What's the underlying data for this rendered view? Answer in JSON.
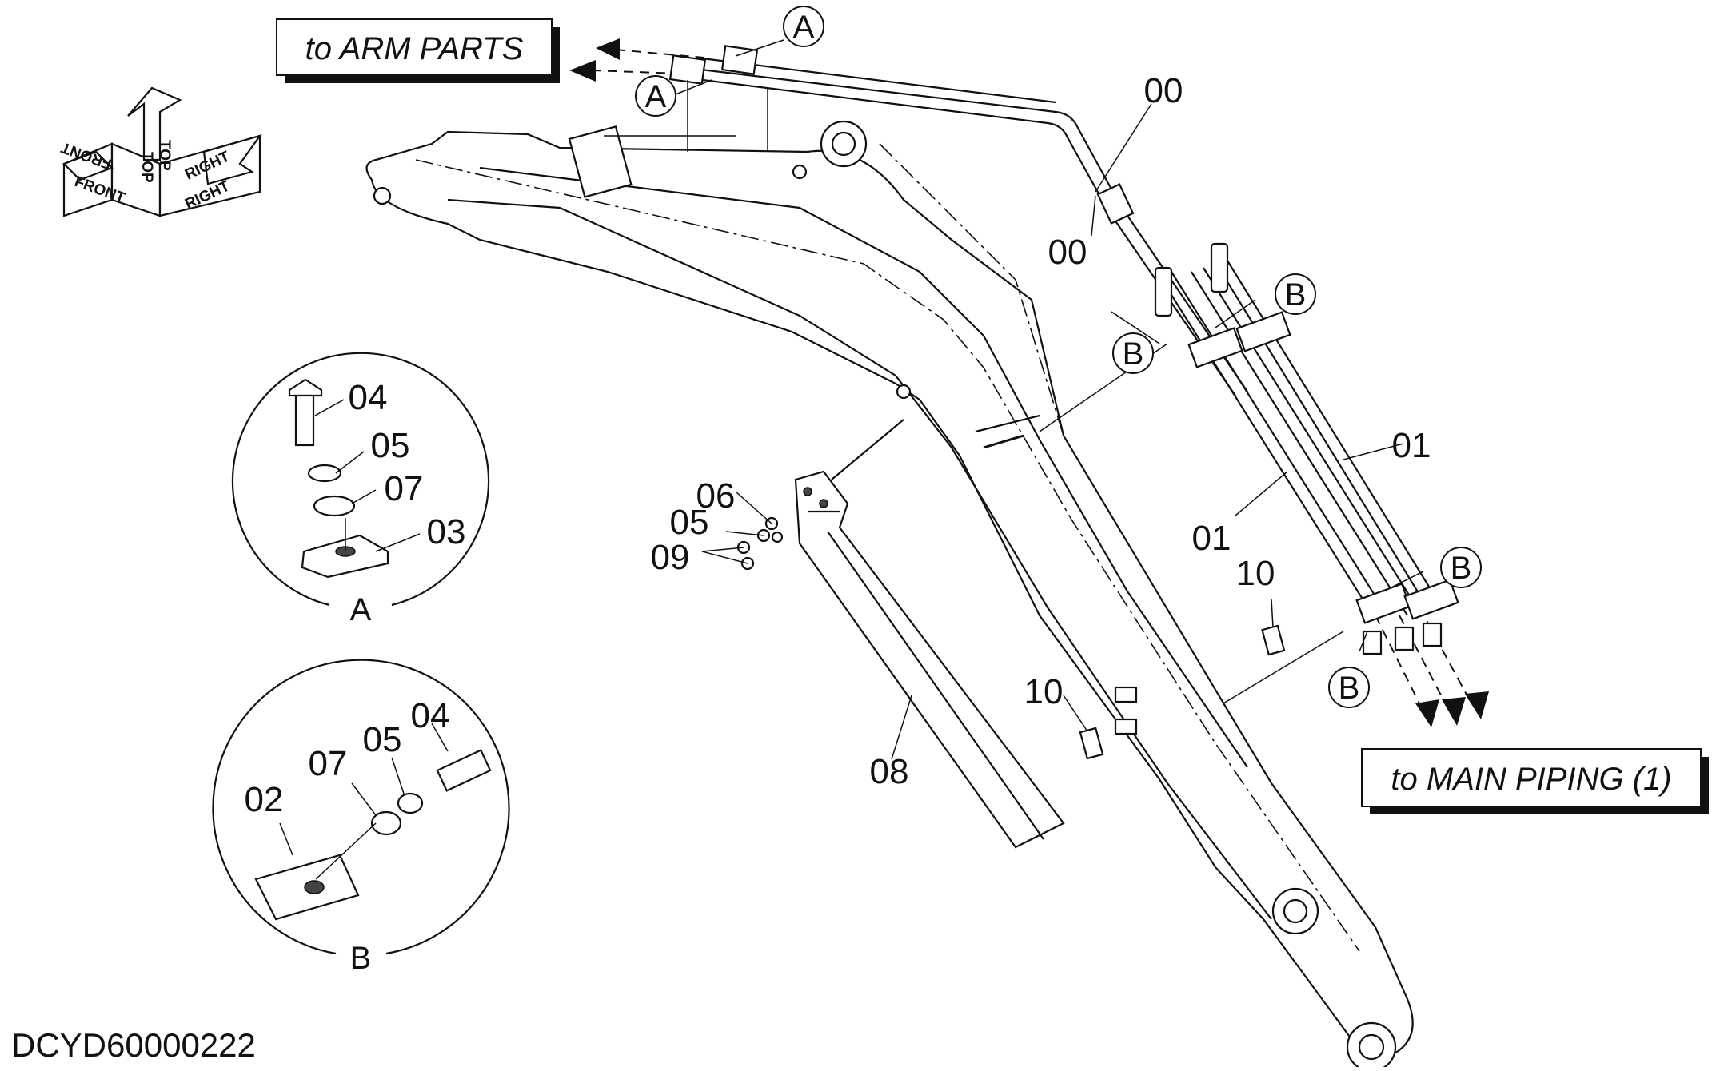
{
  "drawing_code": "DCYD60000222",
  "ref_boxes": {
    "arm_parts": "to ARM PARTS",
    "main_piping": "to MAIN PIPING (1)"
  },
  "orientation": {
    "front": "FRONT",
    "top": "TOP",
    "right": "RIGHT"
  },
  "detail_views": {
    "a": "A",
    "b": "B"
  },
  "callout_letters": {
    "a": "A",
    "b": "B"
  },
  "part_labels": {
    "p00": "00",
    "p01": "01",
    "p02": "02",
    "p03": "03",
    "p04": "04",
    "p05": "05",
    "p06": "06",
    "p07": "07",
    "p08": "08",
    "p09": "09",
    "p10": "10"
  }
}
